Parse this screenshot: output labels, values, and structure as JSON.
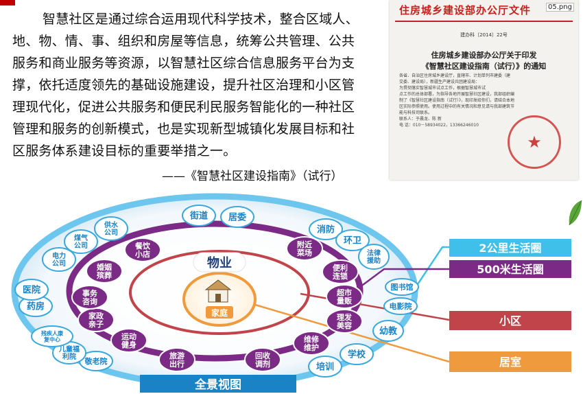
{
  "intro": {
    "lines": [
      "智慧社区是通过综合运用现代科学技术，整合区域人、",
      "地、物、情、事、组织和房屋等信息，统筹公共管理、公共",
      "服务和商业服务等资源，以智慧社区综合信息服务平台为支",
      "撑，依托适度领先的基础设施建设，提升社区治理和小区管",
      "理现代化，促进公共服务和便民利民服务智能化的一种社区",
      "管理和服务的创新模式，也是实现新型城镇化发展目标和社",
      "区服务体系建设目标的重要举措之一。"
    ],
    "source": "——《智慧社区建设指南》（试行）"
  },
  "document": {
    "header": "住房城乡建设部办公厅文件",
    "number": "建办科〔2014〕22号",
    "title_line1": "住房城乡建设部办公厅关于印发",
    "title_line2": "《智慧社区建设指南（试行）》的通知",
    "body_lines": [
      "各省、自治区住房城乡建设厅，直辖市、计划单列市建委（建",
      "交委、建设局），新疆生产建设兵团建设局：",
      "为贯彻落实智慧城市试点工作，根据智慧城市试",
      "点工作的总体部署，为指导各地开展智慧社区建设，我部组织编",
      "制了《智慧社区建设指南（试行）》，现印发给你们，请结合本地",
      "区实际参照使用。使用过程中的有关情况和意见请与我部建筑节",
      "能与科技司联系。",
      "联系人：于晨龙、陈  新",
      "电  话：010－58934022，13366246010"
    ]
  },
  "file_tag": "05.png",
  "diagram": {
    "center": "家庭",
    "property": "物业",
    "inner_ring": [
      "餐饮小店",
      "附近菜场",
      "便利连锁",
      "超市量贩",
      "理发美容",
      "维修维护",
      "回收调剂",
      "旅游出行",
      "运动健身",
      "家政亲子",
      "事务咨询",
      "婚姻殡葬"
    ],
    "outer_ring": [
      "街道",
      "居委",
      "消防",
      "环卫",
      "法律援助",
      "幼教",
      "学校",
      "培训",
      "敬老院",
      "儿童福利院",
      "残疾人康复中心",
      "药房",
      "医院",
      "电力公司",
      "煤气公司",
      "供水公司"
    ],
    "side_items": [
      "图书馆",
      "电影院"
    ],
    "legend": [
      "2公里生活圈",
      "500米生活圈",
      "小区",
      "居室"
    ],
    "caption": "全景视图"
  },
  "colors": {
    "purple": "#7b2a86",
    "cyan": "#3fc0ea",
    "red": "#c0444a",
    "orange": "#f09a3e",
    "blue": "#1a83c6"
  }
}
